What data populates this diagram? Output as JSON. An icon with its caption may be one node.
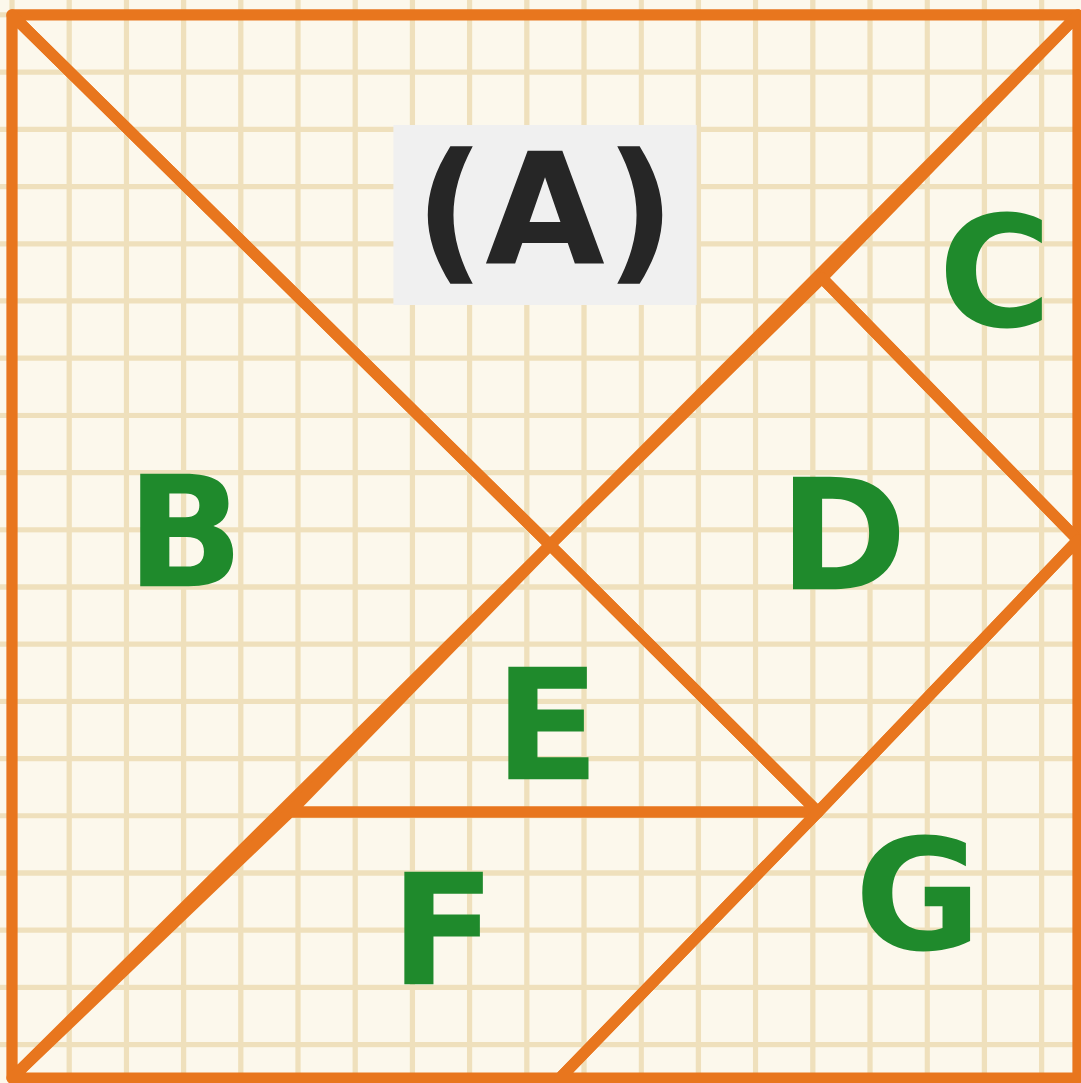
{
  "diagram": {
    "nodes": [
      {
        "text": [
          "(A)"
        ]
      },
      {
        "text": [
          "B"
        ]
      },
      {
        "text": [
          "C"
        ]
      },
      {
        "text": [
          "D"
        ]
      },
      {
        "text": [
          "E"
        ]
      },
      {
        "text": [
          "F"
        ]
      },
      {
        "text": [
          "G"
        ]
      }
    ]
  }
}
